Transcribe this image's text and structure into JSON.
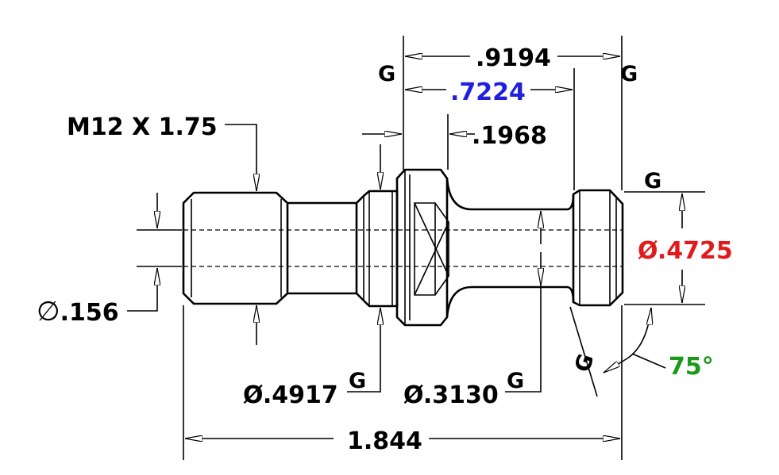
{
  "colors": {
    "ink": "#000000",
    "blue": "#1f1fdd",
    "red": "#e01b1b",
    "green": "#1a9a1a"
  },
  "dimensions": {
    "overall_width": ".9194",
    "inner_width": ".7224",
    "flange_offset": ".1968",
    "thread_spec": "M12 X 1.75",
    "bore_dia": ".156",
    "head_dia": "Ø.4725",
    "collar_dia": "Ø.4917",
    "neck_dia": "Ø.3130",
    "overall_length": "1.844",
    "angle": "75°"
  },
  "gd_symbols": {
    "g_top_left": "G",
    "g_top_right": "G",
    "g_head": "G",
    "g_collar": "G",
    "g_neck": "G",
    "g_angle": "G"
  }
}
